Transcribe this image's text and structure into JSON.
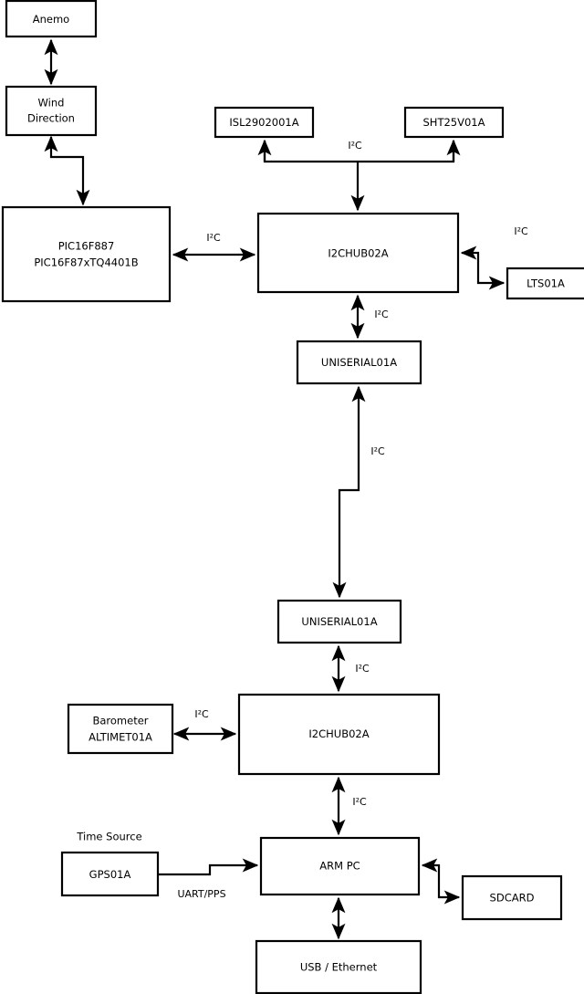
{
  "diagram": {
    "type": "block-diagram",
    "background_color": "#ffffff",
    "line_color": "#000000",
    "nodes": [
      {
        "id": "anemo",
        "label": "Anemo",
        "label2": ""
      },
      {
        "id": "wind",
        "label": "Wind",
        "label2": "Direction"
      },
      {
        "id": "pic",
        "label": "PIC16F887",
        "label2": "PIC16F87xTQ4401B"
      },
      {
        "id": "isl",
        "label": "ISL2902001A",
        "label2": ""
      },
      {
        "id": "sht",
        "label": "SHT25V01A",
        "label2": ""
      },
      {
        "id": "hub_top",
        "label": "I2CHUB02A",
        "label2": ""
      },
      {
        "id": "lts",
        "label": "LTS01A",
        "label2": ""
      },
      {
        "id": "uniserial_top",
        "label": "UNISERIAL01A",
        "label2": ""
      },
      {
        "id": "uniserial_bot",
        "label": "UNISERIAL01A",
        "label2": ""
      },
      {
        "id": "baro",
        "label": "Barometer",
        "label2": "ALTIMET01A"
      },
      {
        "id": "hub_bot",
        "label": "I2CHUB02A",
        "label2": ""
      },
      {
        "id": "gps",
        "label": "GPS01A",
        "label2": ""
      },
      {
        "id": "arm",
        "label": "ARM PC",
        "label2": ""
      },
      {
        "id": "sdcard",
        "label": "SDCARD",
        "label2": ""
      },
      {
        "id": "usb",
        "label": "USB / Ethernet",
        "label2": ""
      }
    ],
    "edge_labels": {
      "bus_top": "I²C",
      "pic_hub": "I²C",
      "hub_lts": "I²C",
      "hub_uniserial": "I²C",
      "uniserial_long": "I²C",
      "uniserial_hub_bot": "I²C",
      "baro_hub": "I²C",
      "hub_arm": "I²C",
      "gps_arm": "UART/PPS"
    },
    "free_labels": {
      "time_source": "Time Source"
    }
  }
}
